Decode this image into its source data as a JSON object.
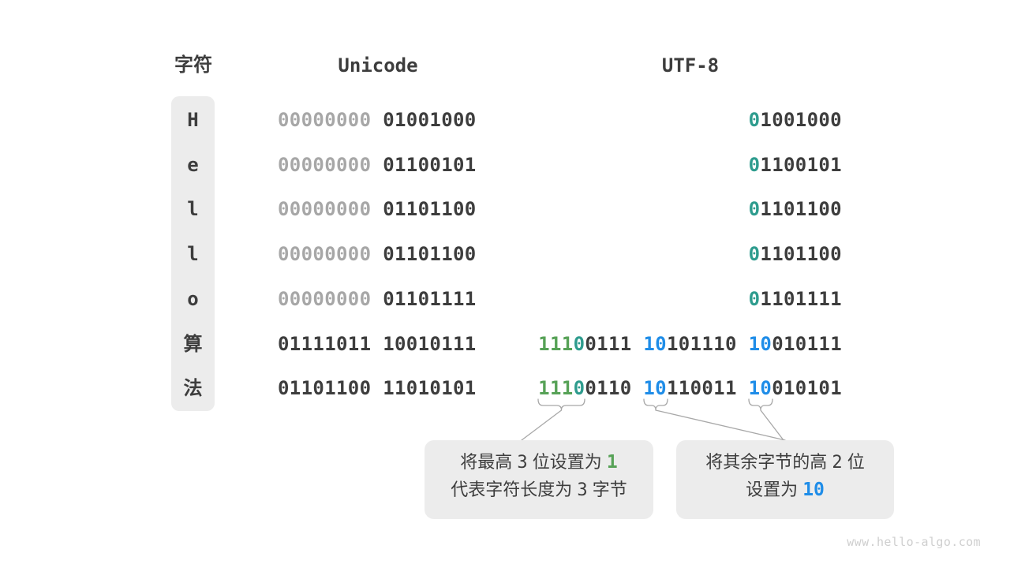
{
  "headers": {
    "character": "字符",
    "unicode": "Unicode",
    "utf8": "UTF-8"
  },
  "palette": {
    "dark": "#3d3d3d",
    "muted": "#a7a7a7",
    "teal": "#2e9c8e",
    "green": "#57a257",
    "blue": "#1f8de8",
    "box_bg": "#ececec",
    "line": "#a8a8a8",
    "watermark": "#cfcfcf"
  },
  "table": {
    "rows": [
      {
        "char": "H",
        "unicode": [
          {
            "t": "00000000",
            "k": "muted"
          },
          {
            "t": " 01001000",
            "k": "dark"
          }
        ],
        "utf8": [
          {
            "t": "0",
            "k": "teal"
          },
          {
            "t": "1001000",
            "k": "dark"
          }
        ]
      },
      {
        "char": "e",
        "unicode": [
          {
            "t": "00000000",
            "k": "muted"
          },
          {
            "t": " 01100101",
            "k": "dark"
          }
        ],
        "utf8": [
          {
            "t": "0",
            "k": "teal"
          },
          {
            "t": "1100101",
            "k": "dark"
          }
        ]
      },
      {
        "char": "l",
        "unicode": [
          {
            "t": "00000000",
            "k": "muted"
          },
          {
            "t": " 01101100",
            "k": "dark"
          }
        ],
        "utf8": [
          {
            "t": "0",
            "k": "teal"
          },
          {
            "t": "1101100",
            "k": "dark"
          }
        ]
      },
      {
        "char": "l",
        "unicode": [
          {
            "t": "00000000",
            "k": "muted"
          },
          {
            "t": " 01101100",
            "k": "dark"
          }
        ],
        "utf8": [
          {
            "t": "0",
            "k": "teal"
          },
          {
            "t": "1101100",
            "k": "dark"
          }
        ]
      },
      {
        "char": "o",
        "unicode": [
          {
            "t": "00000000",
            "k": "muted"
          },
          {
            "t": " 01101111",
            "k": "dark"
          }
        ],
        "utf8": [
          {
            "t": "0",
            "k": "teal"
          },
          {
            "t": "1101111",
            "k": "dark"
          }
        ]
      },
      {
        "char": "算",
        "unicode": [
          {
            "t": "01111011 10010111",
            "k": "dark"
          }
        ],
        "utf8": [
          {
            "t": "111",
            "k": "green"
          },
          {
            "t": "0",
            "k": "teal"
          },
          {
            "t": "0111 ",
            "k": "dark"
          },
          {
            "t": "10",
            "k": "blue"
          },
          {
            "t": "101110 ",
            "k": "dark"
          },
          {
            "t": "10",
            "k": "blue"
          },
          {
            "t": "010111",
            "k": "dark"
          }
        ]
      },
      {
        "char": "法",
        "unicode": [
          {
            "t": "01101100 11010101",
            "k": "dark"
          }
        ],
        "utf8": [
          {
            "t": "111",
            "k": "green"
          },
          {
            "t": "0",
            "k": "teal"
          },
          {
            "t": "0110 ",
            "k": "dark"
          },
          {
            "t": "10",
            "k": "blue"
          },
          {
            "t": "110011 ",
            "k": "dark"
          },
          {
            "t": "10",
            "k": "blue"
          },
          {
            "t": "010101",
            "k": "dark"
          }
        ]
      }
    ]
  },
  "annotations": {
    "box1": {
      "lines": [
        [
          {
            "t": "将最高 ",
            "k": "plain"
          },
          {
            "t": "3",
            "k": "num"
          },
          {
            "t": " 位设置为 ",
            "k": "plain"
          },
          {
            "t": "1",
            "k": "green"
          }
        ],
        [
          {
            "t": "代表字符长度为 ",
            "k": "plain"
          },
          {
            "t": "3",
            "k": "num"
          },
          {
            "t": " 字节",
            "k": "plain"
          }
        ]
      ]
    },
    "box2": {
      "lines": [
        [
          {
            "t": "将其余字节的高 ",
            "k": "plain"
          },
          {
            "t": "2",
            "k": "num"
          },
          {
            "t": " 位",
            "k": "plain"
          }
        ],
        [
          {
            "t": "设置为 ",
            "k": "plain"
          },
          {
            "t": "10",
            "k": "blue"
          }
        ]
      ]
    }
  },
  "watermark": "www.hello-algo.com"
}
